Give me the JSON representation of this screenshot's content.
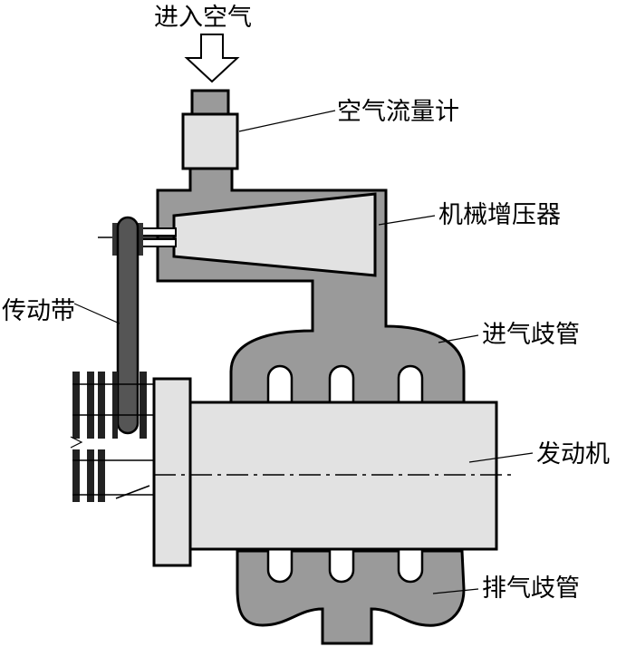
{
  "labels": {
    "intake_air": "进入空气",
    "air_flow_meter": "空气流量计",
    "supercharger": "机械增压器",
    "belt": "传动带",
    "intake_manifold": "进气歧管",
    "engine": "发动机",
    "exhaust_manifold": "排气歧管"
  },
  "colors": {
    "housing": "#9a9a9a",
    "light_part": "#e2e2e2",
    "belt": "#555555",
    "outline": "#000000"
  }
}
